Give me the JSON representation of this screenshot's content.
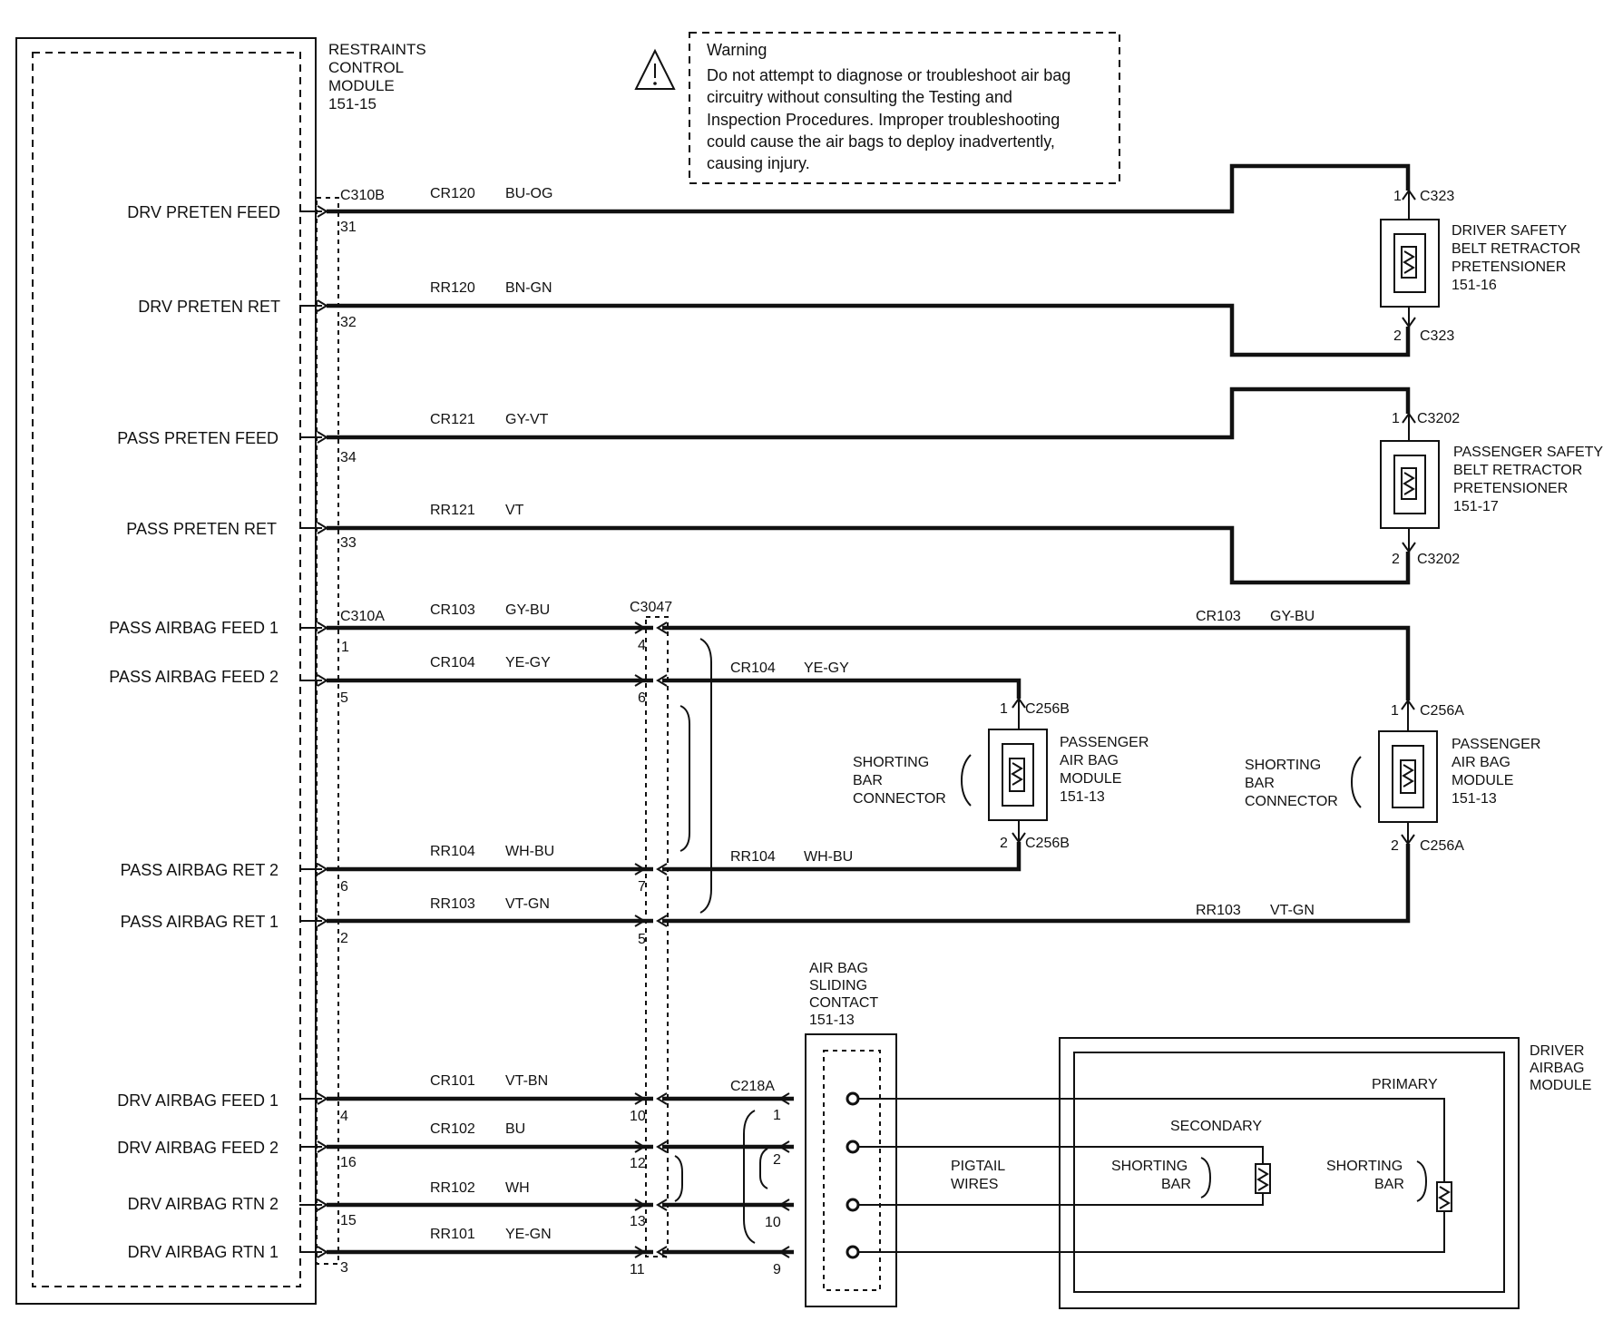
{
  "module": {
    "name_lines": [
      "RESTRAINTS",
      "CONTROL",
      "MODULE",
      "151-15"
    ]
  },
  "warning": {
    "title": "Warning",
    "lines": [
      "Do not attempt to diagnose or troubleshoot air bag",
      "circuitry without consulting the Testing and",
      "Inspection Procedures. Improper troubleshooting",
      "could cause the air bags to deploy inadvertently,",
      "causing injury."
    ],
    "icon": "warning-triangle-icon"
  },
  "connectors": {
    "c310b": "C310B",
    "c310a": "C310A",
    "c3047": "C3047",
    "c323": "C323",
    "c3202": "C3202",
    "c256b": "C256B",
    "c256a": "C256A",
    "c218a": "C218A"
  },
  "signals": {
    "drv_preten_feed": "DRV PRETEN FEED",
    "drv_preten_ret": "DRV PRETEN RET",
    "pass_preten_feed": "PASS PRETEN FEED",
    "pass_preten_ret": "PASS PRETEN RET",
    "pass_airbag_feed_1": "PASS AIRBAG FEED 1",
    "pass_airbag_feed_2": "PASS AIRBAG FEED 2",
    "pass_airbag_ret_2": "PASS AIRBAG RET 2",
    "pass_airbag_ret_1": "PASS AIRBAG RET 1",
    "drv_airbag_feed_1": "DRV AIRBAG FEED 1",
    "drv_airbag_feed_2": "DRV AIRBAG FEED 2",
    "drv_airbag_rtn_2": "DRV AIRBAG RTN 2",
    "drv_airbag_rtn_1": "DRV AIRBAG RTN 1"
  },
  "circuits": {
    "cr120": "CR120",
    "rr120": "RR120",
    "cr121": "CR121",
    "rr121": "RR121",
    "cr103": "CR103",
    "cr104": "CR104",
    "rr104": "RR104",
    "rr103": "RR103",
    "cr101": "CR101",
    "cr102": "CR102",
    "rr102": "RR102",
    "rr101": "RR101"
  },
  "colors": {
    "bu_og": "BU-OG",
    "bn_gn": "BN-GN",
    "gy_vt": "GY-VT",
    "vt": "VT",
    "gy_bu": "GY-BU",
    "ye_gy": "YE-GY",
    "wh_bu": "WH-BU",
    "vt_gn": "VT-GN",
    "vt_bn": "VT-BN",
    "bu": "BU",
    "wh": "WH",
    "ye_gn": "YE-GN"
  },
  "pins": {
    "p31": "31",
    "p32": "32",
    "p34": "34",
    "p33": "33",
    "p1": "1",
    "p5": "5",
    "p6": "6",
    "p2": "2",
    "p4": "4",
    "p16": "16",
    "p15": "15",
    "p3": "3",
    "c3047_4": "4",
    "c3047_6": "6",
    "c3047_7": "7",
    "c3047_5": "5",
    "c3047_10": "10",
    "c3047_12": "12",
    "c3047_13": "13",
    "c3047_11": "11",
    "c218a_1": "1",
    "c218a_2": "2",
    "c218a_10": "10",
    "c218a_9": "9",
    "c323_1": "1",
    "c323_2": "2",
    "c3202_1": "1",
    "c3202_2": "2",
    "c256b_1": "1",
    "c256b_2": "2",
    "c256a_1": "1",
    "c256a_2": "2"
  },
  "components": {
    "driver_pretensioner": [
      "DRIVER SAFETY",
      "BELT RETRACTOR",
      "PRETENSIONER",
      "151-16"
    ],
    "passenger_pretensioner": [
      "PASSENGER SAFETY",
      "BELT RETRACTOR",
      "PRETENSIONER",
      "151-17"
    ],
    "passenger_airbag_b": [
      "PASSENGER",
      "AIR BAG",
      "MODULE",
      "151-13"
    ],
    "passenger_airbag_a": [
      "PASSENGER",
      "AIR BAG",
      "MODULE",
      "151-13"
    ],
    "shorting_bar_connector": [
      "SHORTING",
      "BAR",
      "CONNECTOR"
    ],
    "sliding_contact": [
      "AIR BAG",
      "SLIDING",
      "CONTACT",
      "151-13"
    ],
    "driver_airbag_module": [
      "DRIVER",
      "AIRBAG",
      "MODULE"
    ],
    "pigtail_wires": [
      "PIGTAIL",
      "WIRES"
    ],
    "primary": "PRIMARY",
    "secondary": "SECONDARY",
    "shorting_bar": [
      "SHORTING",
      "BAR"
    ]
  }
}
